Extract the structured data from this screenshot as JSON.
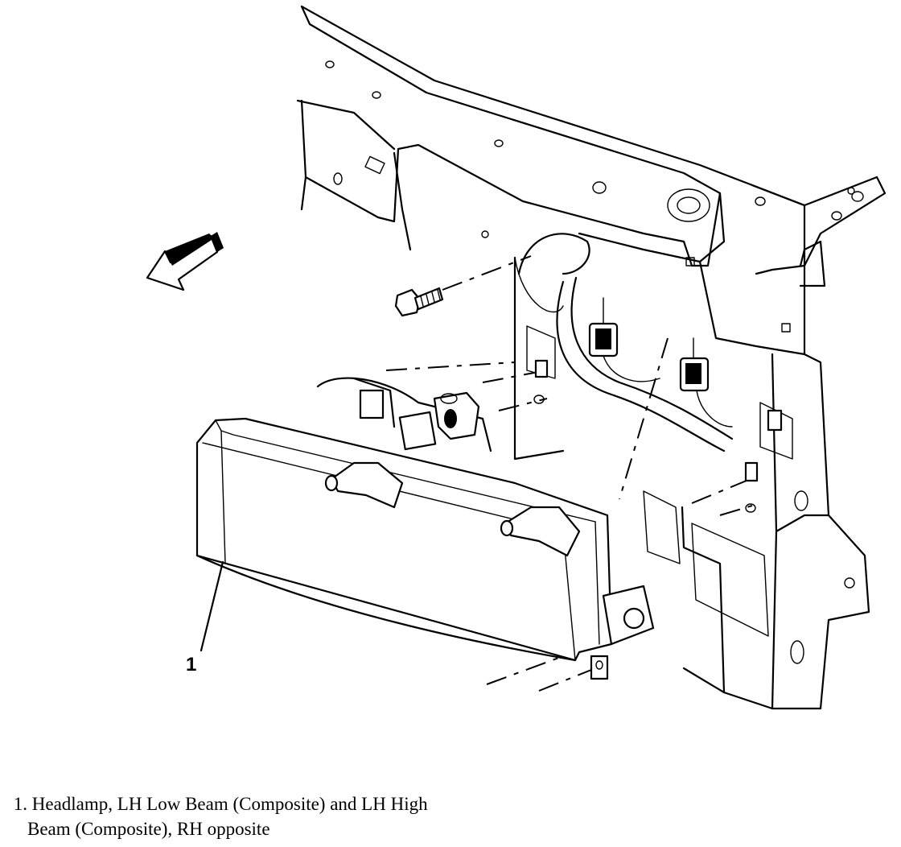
{
  "diagram": {
    "callout_label": "1",
    "icons": [
      "direction-arrow-icon",
      "bolt-icon",
      "connector-icon"
    ]
  },
  "legend": {
    "items": [
      {
        "number": "1.",
        "text_line1": "Headlamp, LH Low Beam (Composite) and LH High",
        "text_line2": "Beam (Composite), RH opposite"
      }
    ]
  }
}
